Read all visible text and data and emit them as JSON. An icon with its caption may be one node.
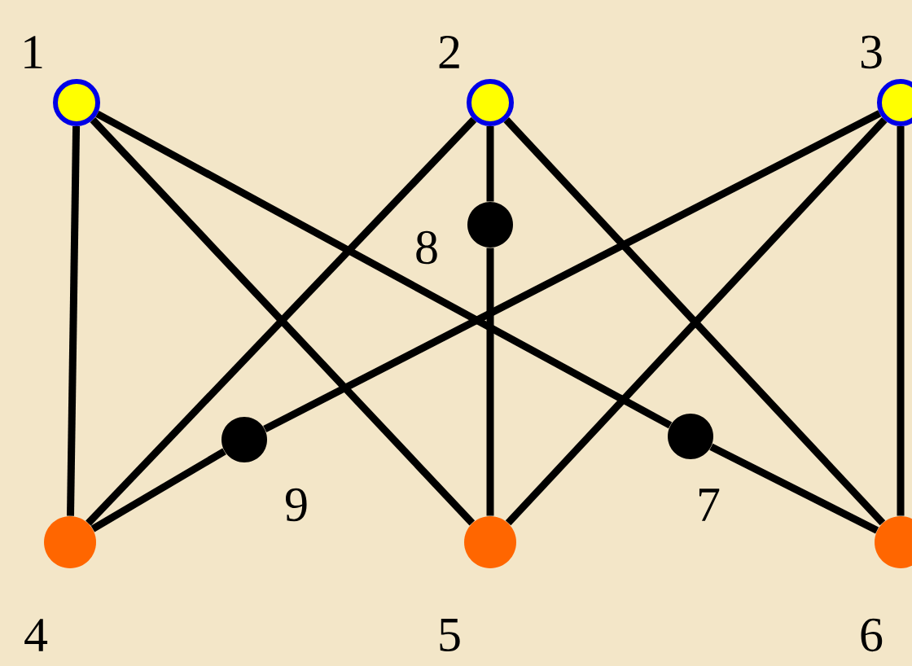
{
  "diagram": {
    "nodes": [
      {
        "text": [],
        "shape": "circle",
        "beside": [
          "1"
        ]
      },
      {
        "text": [],
        "shape": "circle",
        "beside": [
          "2"
        ]
      },
      {
        "text": [],
        "shape": "circle",
        "beside": [
          "3"
        ]
      },
      {
        "text": [],
        "shape": "circle",
        "beside": [
          "8"
        ]
      },
      {
        "text": [],
        "shape": "circle",
        "beside": [
          "9"
        ]
      },
      {
        "text": [],
        "shape": "circle",
        "beside": [
          "7"
        ]
      },
      {
        "text": [],
        "shape": "circle",
        "beside": [
          "4"
        ]
      },
      {
        "text": [],
        "shape": "circle",
        "beside": [
          "5"
        ]
      },
      {
        "text": [],
        "shape": "circle",
        "beside": [
          "6"
        ]
      }
    ],
    "edges": [
      {
        "from": 0,
        "to": 6,
        "arrow": "none"
      },
      {
        "from": 0,
        "to": 7,
        "arrow": "none"
      },
      {
        "from": 0,
        "to": 5,
        "arrow": "none"
      },
      {
        "from": 5,
        "to": 8,
        "arrow": "none"
      },
      {
        "from": 1,
        "to": 3,
        "arrow": "none"
      },
      {
        "from": 3,
        "to": 7,
        "arrow": "none"
      },
      {
        "from": 1,
        "to": 6,
        "arrow": "none"
      },
      {
        "from": 1,
        "to": 8,
        "arrow": "none"
      },
      {
        "from": 2,
        "to": 8,
        "arrow": "none"
      },
      {
        "from": 2,
        "to": 4,
        "arrow": "none"
      },
      {
        "from": 4,
        "to": 6,
        "arrow": "none"
      },
      {
        "from": 2,
        "to": 7,
        "arrow": "none"
      }
    ]
  }
}
